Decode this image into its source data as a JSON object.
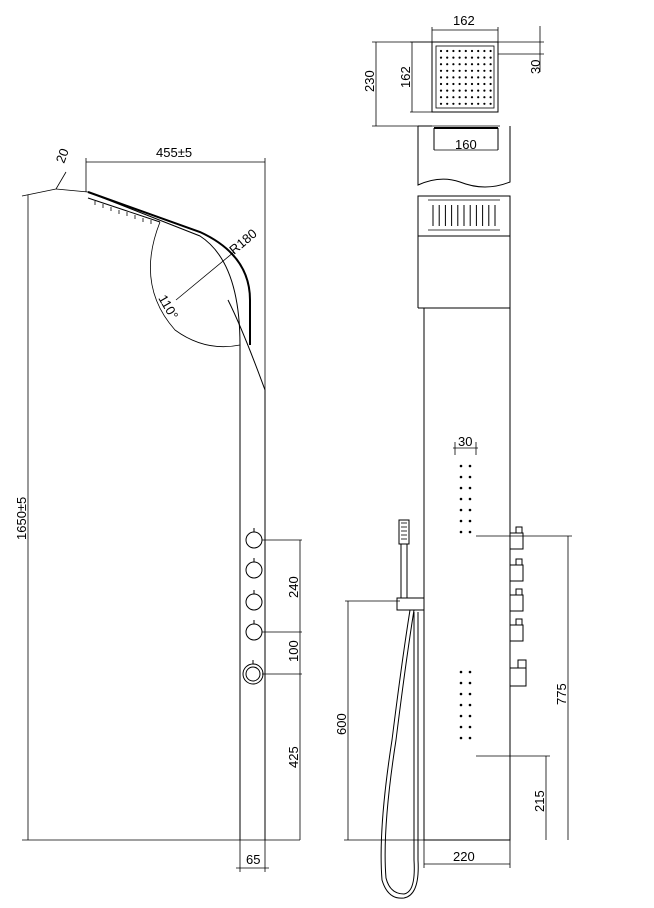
{
  "side_view": {
    "dims": {
      "head_angle": "20",
      "head_width": "455±5",
      "radius": "R180",
      "angle": "110°",
      "height": "1650±5",
      "control_spacing": "240",
      "lower_spacing": "100",
      "bottom_height": "425",
      "depth": "65"
    }
  },
  "top_view": {
    "dims": {
      "head_width": "162",
      "head_depth": "162",
      "overall_depth": "230",
      "thickness": "30",
      "panel_width": "160"
    }
  },
  "front_view": {
    "dims": {
      "jet_width": "30",
      "hose_height": "600",
      "upper_height": "775",
      "jet_height": "215",
      "panel_width": "220"
    }
  }
}
